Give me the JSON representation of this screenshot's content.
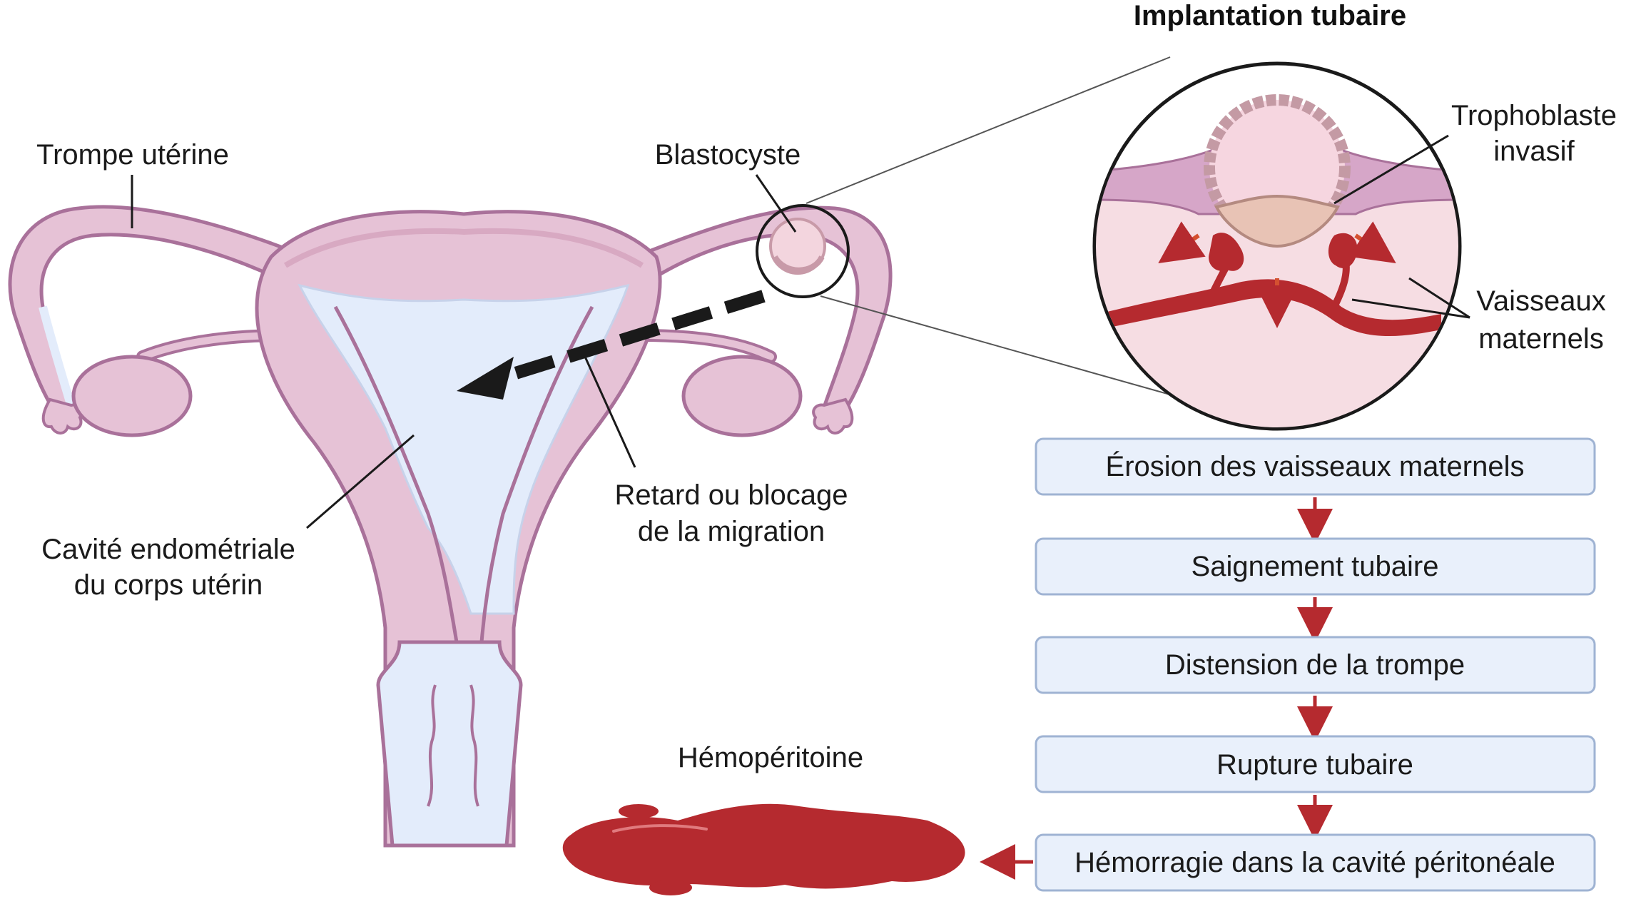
{
  "labels": {
    "trompe": "Trompe utérine",
    "blastocyste": "Blastocyste",
    "cavite_line1": "Cavité endométriale",
    "cavite_line2": "du corps utérin",
    "retard_line1": "Retard ou blocage",
    "retard_line2": "de la migration",
    "hemoperitoine": "Hémopéritoine"
  },
  "inset": {
    "title": "Implantation tubaire",
    "trophoblaste_line1": "Trophoblaste",
    "trophoblaste_line2": "invasif",
    "vaisseaux_line1": "Vaisseaux",
    "vaisseaux_line2": "maternels"
  },
  "flow": {
    "steps": [
      "Érosion des vaisseaux maternels",
      "Saignement tubaire",
      "Distension de la trompe",
      "Rupture tubaire",
      "Hémorragie dans la cavité péritonéale"
    ]
  },
  "colors": {
    "uterus_fill": "#e6c2d6",
    "uterus_stroke": "#a9719a",
    "cavity_fill": "#e3ecfb",
    "blood": "#b52a2f",
    "box_fill": "#e9f0fb",
    "box_stroke": "#9fb3d3"
  }
}
